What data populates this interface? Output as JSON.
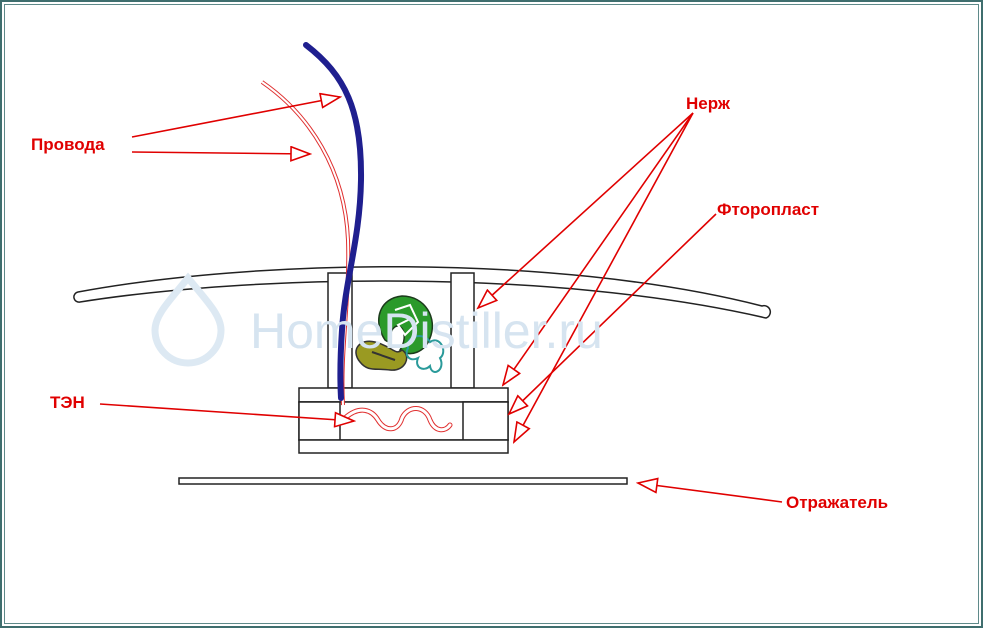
{
  "diagram": {
    "watermark": "HomeDistiller.ru",
    "labels": {
      "wires": "Провода",
      "stainless": "Нерж",
      "fluoroplastic": "Фторопласт",
      "heater": "ТЭН",
      "reflector": "Отражатель"
    },
    "colors": {
      "label": "#e00000",
      "blue_wire": "#1f1f8f",
      "red_wire": "#e03030",
      "watermark": "#dde9f3"
    }
  }
}
